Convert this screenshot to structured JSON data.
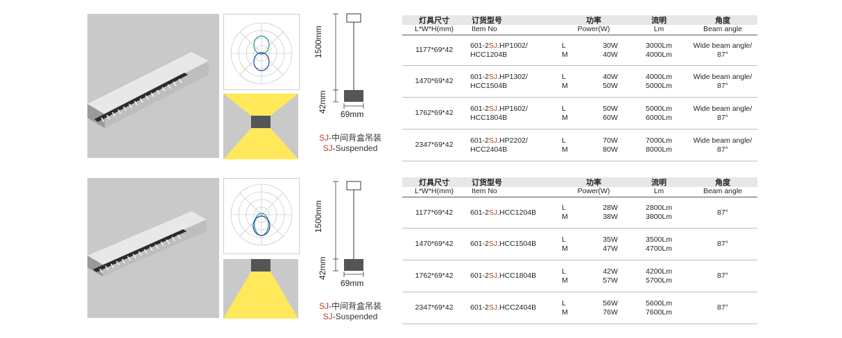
{
  "sections": [
    {
      "caption_cn_prefix": "SJ",
      "caption_cn": "-中间背盒吊装",
      "caption_en_prefix": "SJ",
      "caption_en": "-Suspended",
      "dim_height": "1500mm",
      "dim_body": "42mm",
      "dim_width": "69mm",
      "headers": {
        "size_cn": "灯具尺寸",
        "size_en": "L*W*H(mm)",
        "item_cn": "订货型号",
        "item_en": "Item No",
        "power_cn": "功率",
        "power_en": "Power(W)",
        "lumen_cn": "流明",
        "lumen_en": "Lm",
        "angle_cn": "角度",
        "angle_en": "Beam angle"
      },
      "rows": [
        {
          "size": "1177*69*42",
          "item_pre": "601-2",
          "item_sj": "SJ",
          "item_post": ".HP1002/",
          "item_line2": "HCC1204B",
          "mode1": "L",
          "mode2": "M",
          "p1": "30W",
          "p2": "40W",
          "lm1": "3000Lm",
          "lm2": "4000Lm",
          "angle1": "Wide beam angle/",
          "angle2": "87°"
        },
        {
          "size": "1470*69*42",
          "item_pre": "601-2",
          "item_sj": "SJ",
          "item_post": ".HP1302/",
          "item_line2": "HCC1504B",
          "mode1": "L",
          "mode2": "M",
          "p1": "40W",
          "p2": "50W",
          "lm1": "4000Lm",
          "lm2": "5000Lm",
          "angle1": "Wide beam angle/",
          "angle2": "87°"
        },
        {
          "size": "1762*69*42",
          "item_pre": "601-2",
          "item_sj": "SJ",
          "item_post": ".HP1602/",
          "item_line2": "HCC1804B",
          "mode1": "L",
          "mode2": "M",
          "p1": "50W",
          "p2": "60W",
          "lm1": "5000Lm",
          "lm2": "6000Lm",
          "angle1": "Wide beam angle/",
          "angle2": "87°"
        },
        {
          "size": "2347*69*42",
          "item_pre": "601-2",
          "item_sj": "SJ",
          "item_post": ".HP2202/",
          "item_line2": "HCC2404B",
          "mode1": "L",
          "mode2": "M",
          "p1": "70W",
          "p2": "80W",
          "lm1": "7000Lm",
          "lm2": "8000Lm",
          "angle1": "Wide beam angle/",
          "angle2": "87°"
        }
      ]
    },
    {
      "caption_cn_prefix": "SJ",
      "caption_cn": "-中间背盒吊装",
      "caption_en_prefix": "SJ",
      "caption_en": "-Suspended",
      "dim_height": "1500mm",
      "dim_body": "42mm",
      "dim_width": "69mm",
      "headers": {
        "size_cn": "灯具尺寸",
        "size_en": "L*W*H(mm)",
        "item_cn": "订货型号",
        "item_en": "Item No",
        "power_cn": "功率",
        "power_en": "Power(W)",
        "lumen_cn": "流明",
        "lumen_en": "Lm",
        "angle_cn": "角度",
        "angle_en": "Beam angle"
      },
      "rows": [
        {
          "size": "1177*69*42",
          "item_pre": "601-2",
          "item_sj": "SJ",
          "item_post": ".HCC1204B",
          "item_line2": "",
          "mode1": "L",
          "mode2": "M",
          "p1": "28W",
          "p2": "38W",
          "lm1": "2800Lm",
          "lm2": "3800Lm",
          "angle1": "87°",
          "angle2": ""
        },
        {
          "size": "1470*69*42",
          "item_pre": "601-2",
          "item_sj": "SJ",
          "item_post": ".HCC1504B",
          "item_line2": "",
          "mode1": "L",
          "mode2": "M",
          "p1": "35W",
          "p2": "47W",
          "lm1": "3500Lm",
          "lm2": "4700Lm",
          "angle1": "87°",
          "angle2": ""
        },
        {
          "size": "1762*69*42",
          "item_pre": "601-2",
          "item_sj": "SJ",
          "item_post": ".HCC1804B",
          "item_line2": "",
          "mode1": "L",
          "mode2": "M",
          "p1": "42W",
          "p2": "57W",
          "lm1": "4200Lm",
          "lm2": "5700Lm",
          "angle1": "87°",
          "angle2": ""
        },
        {
          "size": "2347*69*42",
          "item_pre": "601-2",
          "item_sj": "SJ",
          "item_post": ".HCC2404B",
          "item_line2": "",
          "mode1": "L",
          "mode2": "M",
          "p1": "56W",
          "p2": "76W",
          "lm1": "5600Lm",
          "lm2": "7600Lm",
          "angle1": "87°",
          "angle2": ""
        }
      ]
    }
  ]
}
